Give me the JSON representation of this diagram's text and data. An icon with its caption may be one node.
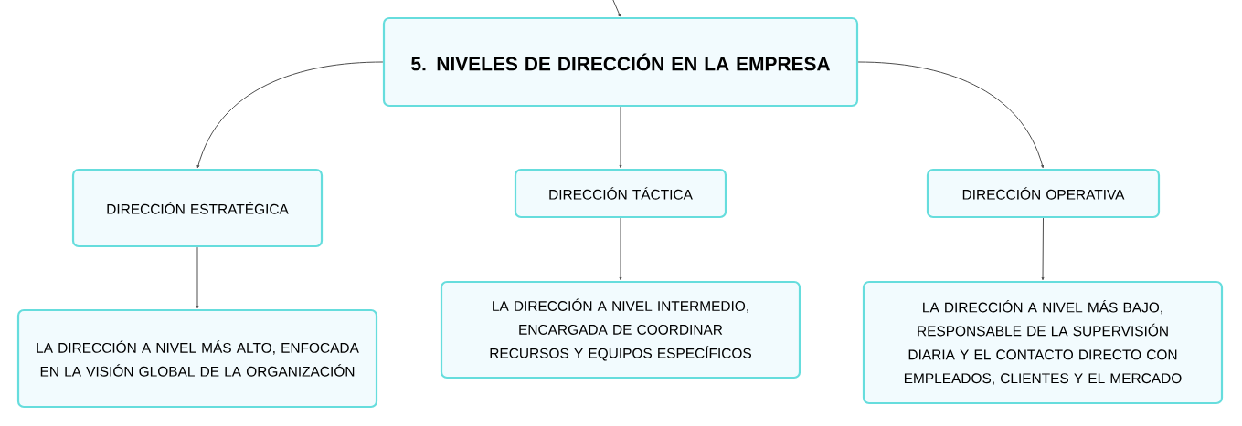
{
  "diagram": {
    "nodes": [
      {
        "text": [
          "5. NIVELES DE DIRECCIÓN EN LA EMPRESA"
        ]
      },
      {
        "text": [
          "DIRECCIÓN ESTRATÉGICA"
        ]
      },
      {
        "text": [
          "DIRECCIÓN TÁCTICA"
        ]
      },
      {
        "text": [
          "DIRECCIÓN OPERATIVA"
        ]
      },
      {
        "text": [
          "LA DIRECCIÓN A NIVEL MÁS ALTO, ENFOCADA EN LA VISIÓN GLOBAL DE LA ORGANIZACIÓN"
        ]
      },
      {
        "text": [
          "LA DIRECCIÓN A NIVEL INTERMEDIO, ENCARGADA DE COORDINAR RECURSOS Y EQUIPOS ESPECÍFICOS"
        ]
      },
      {
        "text": [
          "LA DIRECCIÓN A NIVEL MÁS BAJO, RESPONSABLE DE LA SUPERVISIÓN DIARIA Y EL CONTACTO DIRECTO CON EMPLEADOS, CLIENTES Y EL MERCADO"
        ]
      }
    ],
    "edges": [
      {
        "from": null,
        "to": 0,
        "arrow": "to"
      },
      {
        "from": 0,
        "to": 1,
        "arrow": "to"
      },
      {
        "from": 0,
        "to": 2,
        "arrow": "to"
      },
      {
        "from": 0,
        "to": 3,
        "arrow": "to"
      },
      {
        "from": 1,
        "to": 4,
        "arrow": "to"
      },
      {
        "from": 2,
        "to": 5,
        "arrow": "to"
      },
      {
        "from": 3,
        "to": 6,
        "arrow": "to"
      }
    ]
  }
}
